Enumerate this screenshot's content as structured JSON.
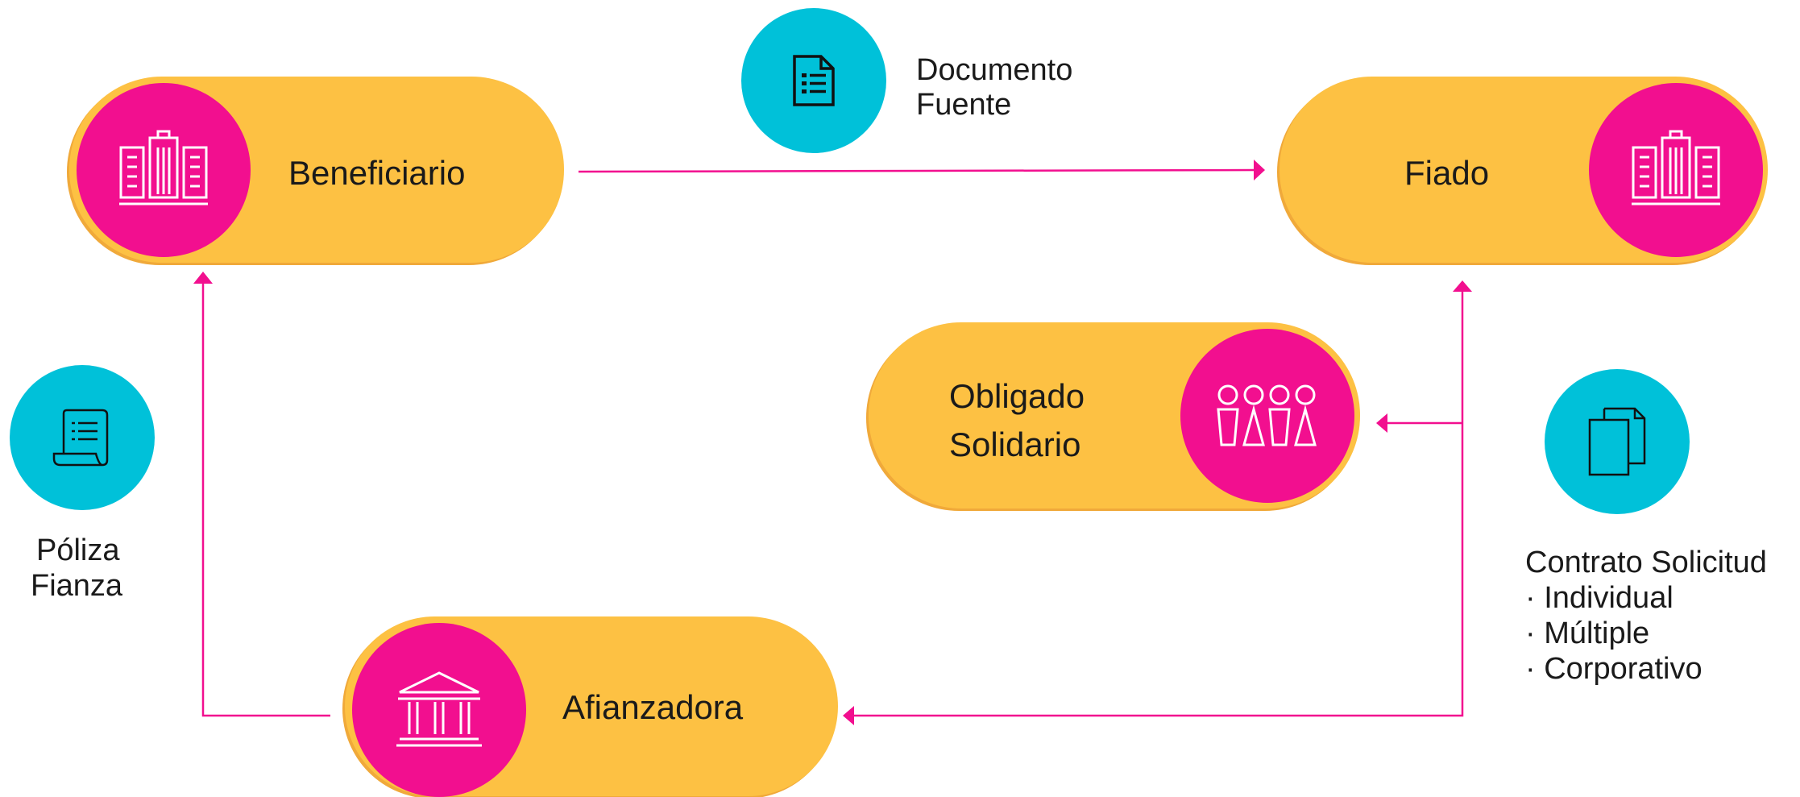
{
  "nodes": {
    "beneficiario": {
      "label": "Beneficiario",
      "icon": "buildings-icon"
    },
    "fiado": {
      "label": "Fiado",
      "icon": "buildings-icon"
    },
    "obligado": {
      "label_line1": "Obligado",
      "label_line2": "Solidario",
      "icon": "people-group-icon"
    },
    "afianzadora": {
      "label": "Afianzadora",
      "icon": "bank-icon"
    }
  },
  "documents": {
    "documento_fuente": {
      "line1": "Documento",
      "line2": "Fuente",
      "icon": "document-list-icon"
    },
    "poliza_fianza": {
      "line1": "Póliza",
      "line2": "Fianza",
      "icon": "scroll-icon"
    },
    "contrato_solicitud": {
      "title": "Contrato Solicitud",
      "items": [
        "· Individual",
        "· Múltiple",
        "· Corporativo"
      ],
      "icon": "copy-documents-icon"
    }
  },
  "colors": {
    "pill": "#fdc143",
    "pink": "#f20f8f",
    "cyan": "#00c1d9",
    "arrow": "#f20f8f"
  }
}
